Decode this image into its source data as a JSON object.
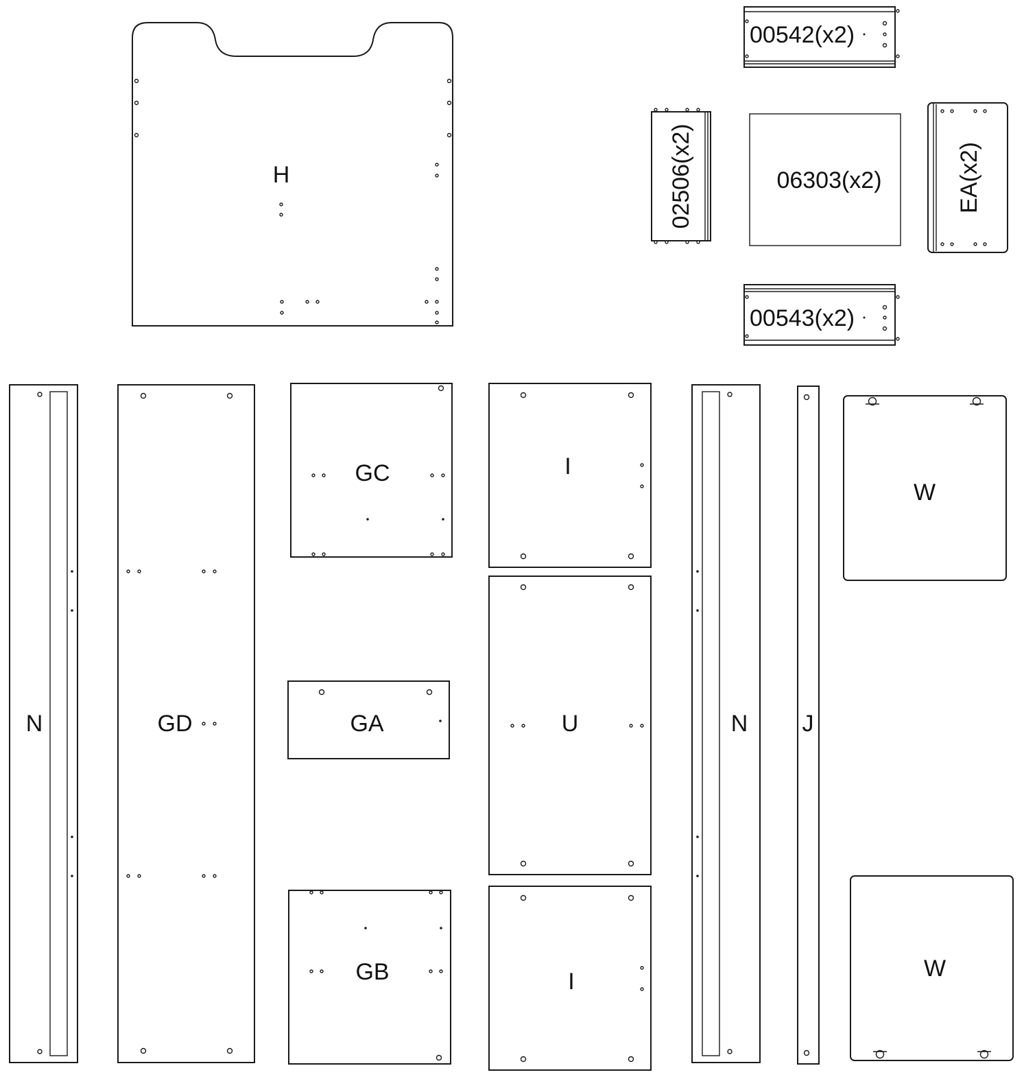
{
  "colors": {
    "line": "#1a1a1a",
    "text": "#111111",
    "background": "#ffffff"
  },
  "labels": {
    "h": "H",
    "part_00542": "00542(x2)",
    "part_02506": "02506(x2)",
    "part_06303": "06303(x2)",
    "part_ea": "EA(x2)",
    "part_00543": "00543(x2)",
    "n_left": "N",
    "gd": "GD",
    "gc": "GC",
    "ga": "GA",
    "gb": "GB",
    "i_top": "I",
    "u": "U",
    "i_bottom": "I",
    "n_right": "N",
    "j": "J",
    "w_top": "W",
    "w_bottom": "W"
  }
}
